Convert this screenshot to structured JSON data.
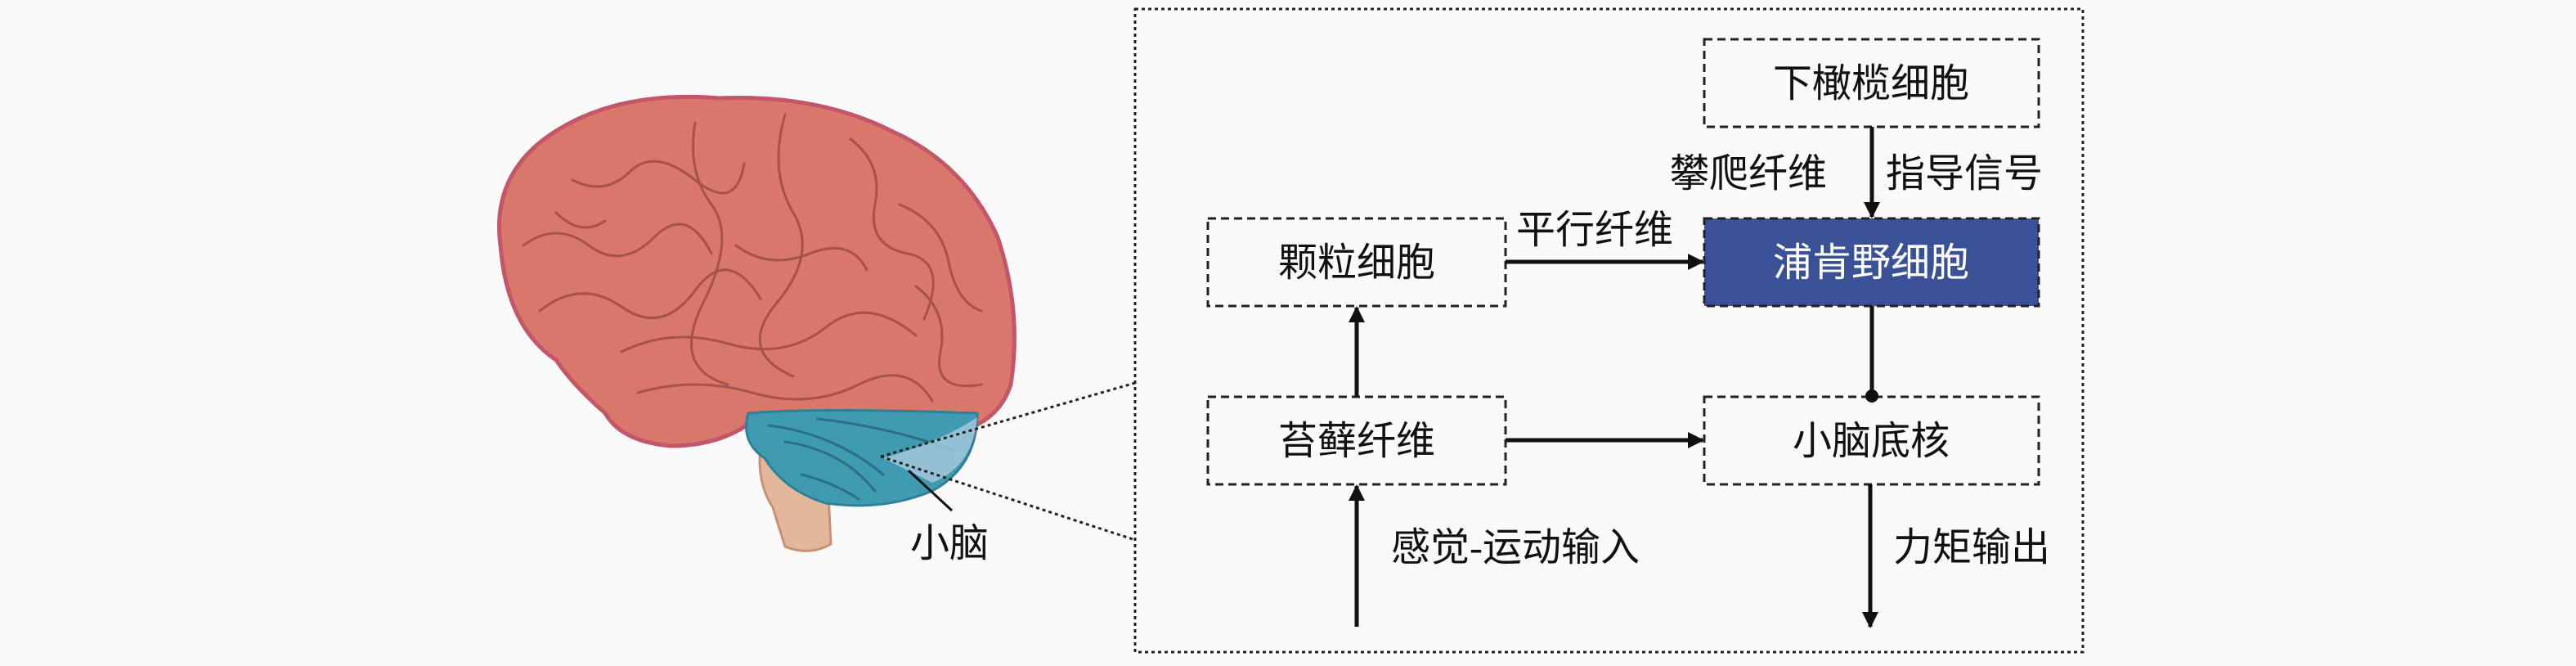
{
  "brain_label": "小脑",
  "nodes": {
    "inferior_olive": "下橄榄细胞",
    "granule_cell": "颗粒细胞",
    "purkinje_cell": "浦肯野细胞",
    "mossy_fiber": "苔藓纤维",
    "deep_nuclei": "小脑底核"
  },
  "edges": {
    "climbing_fiber": "攀爬纤维",
    "teaching_signal": "指导信号",
    "parallel_fiber": "平行纤维",
    "sensorimotor_input": "感觉-运动输入",
    "torque_output": "力矩输出"
  },
  "colors": {
    "purkinje_fill": "#3a5198",
    "cerebrum": "#d9786a",
    "cerebellum": "#3f9bb0",
    "brainstem": "#e3b89a"
  }
}
